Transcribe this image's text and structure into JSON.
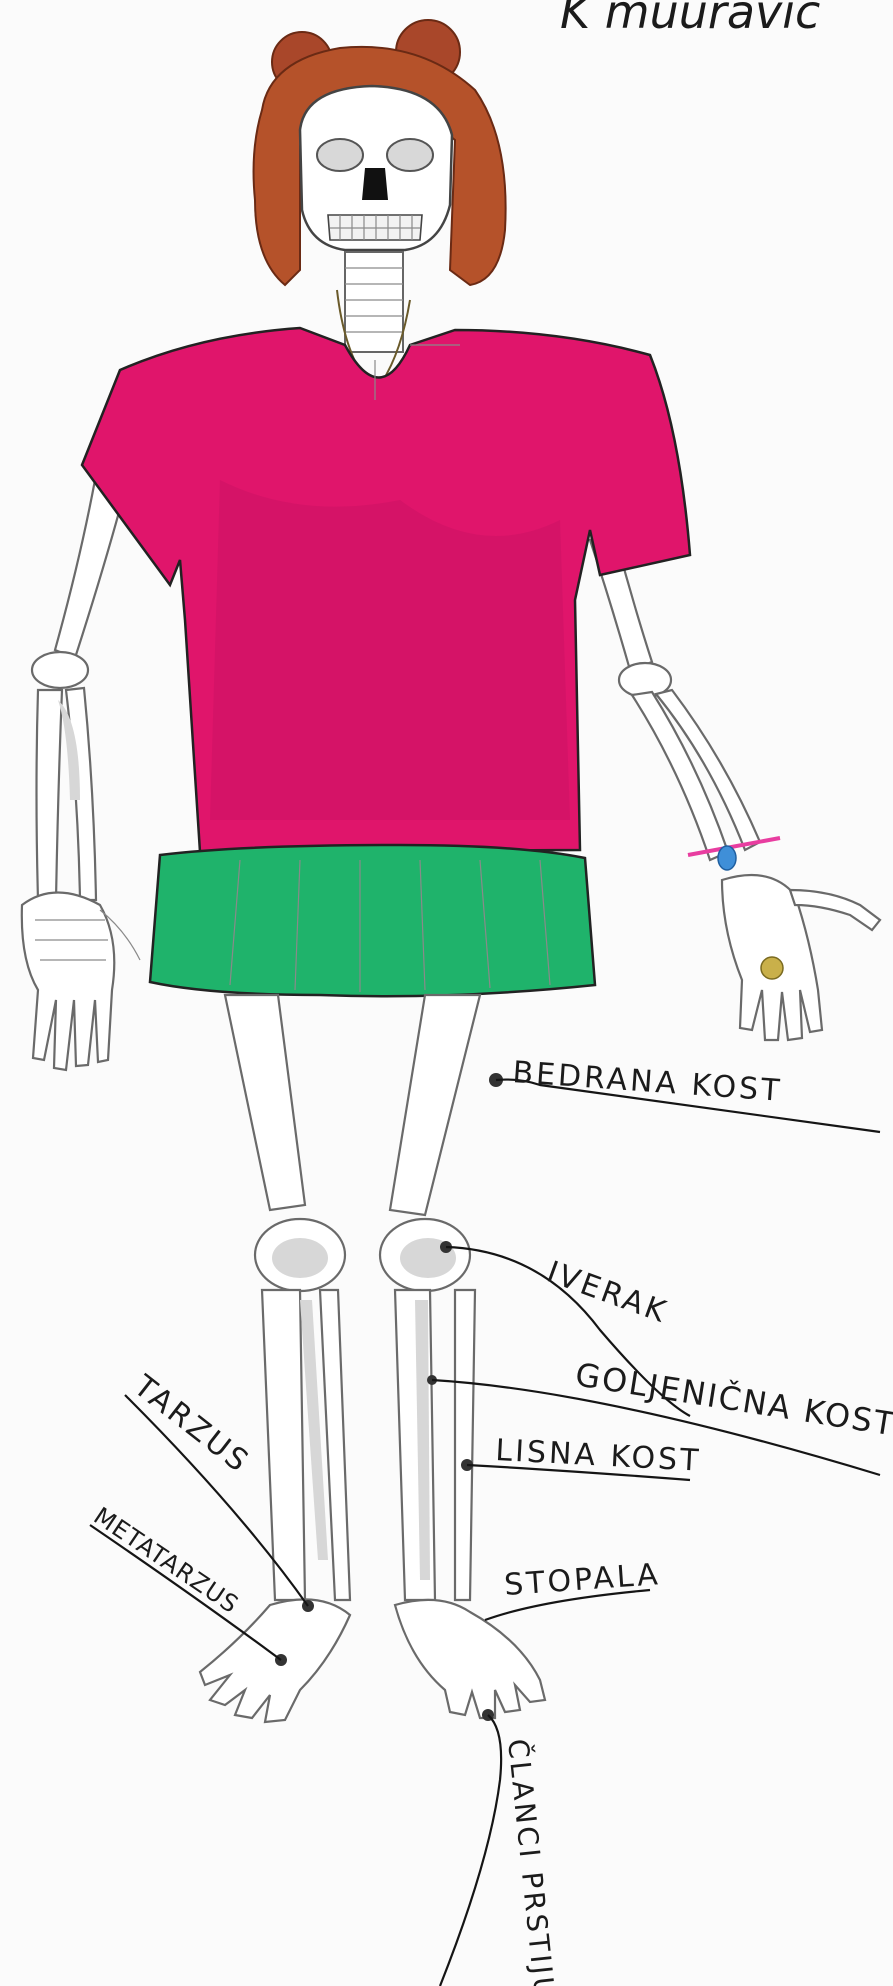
{
  "title_fragment": "K muuravic",
  "colors": {
    "hair": "#b5522a",
    "shirt": "#e0156b",
    "skirt": "#1fb36b",
    "necklace": "#3b82c4",
    "bracelet": "#3f8fd8",
    "ring": "#c9b04a"
  },
  "labels": {
    "femur": "BEDRANA KOST",
    "patella": "IVERAK",
    "tibia": "GOLJENIČNA KOST",
    "fibula": "LISNA KOST",
    "foot": "STOPALA",
    "tarsus": "TARZUS",
    "metatarsus": "METATARZUS",
    "phalanges": "ČLANCI PRSTIJU"
  }
}
